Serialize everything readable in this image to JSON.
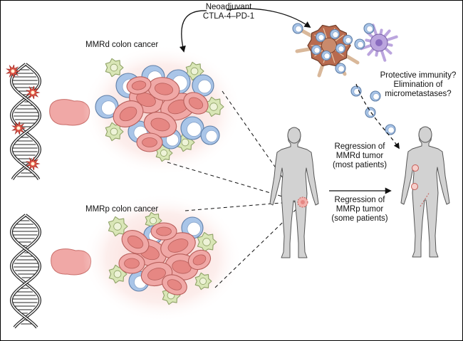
{
  "labels": {
    "treatment_line1": "Neoadjuvant",
    "treatment_line2": "CTLA-4–PD-1",
    "mmrd_title": "MMRd colon cancer",
    "mmrp_title": "MMRp colon cancer",
    "question_line1": "Protective immunity?",
    "question_line2": "Elimination of",
    "question_line3": "micrometastases?",
    "mmrd_regression_line1": "Regression of",
    "mmrd_regression_line2": "MMRd tumor",
    "mmrd_regression_line3": "(most patients)",
    "mmrp_regression_line1": "Regression of",
    "mmrp_regression_line2": "MMRp tumor",
    "mmrp_regression_line3": "(some patients)"
  },
  "colors": {
    "tumor_cell": "#f0a8a6",
    "tumor_nucleus": "#e68783",
    "t_cell": "#a9c5e8",
    "myeloid_cell": "#d9e6b6",
    "lymph_node": "#b86a4e",
    "dendritic_cell": "#bba5de",
    "body": "#d2d2d2",
    "mutation_burst": "#e45a4a"
  }
}
